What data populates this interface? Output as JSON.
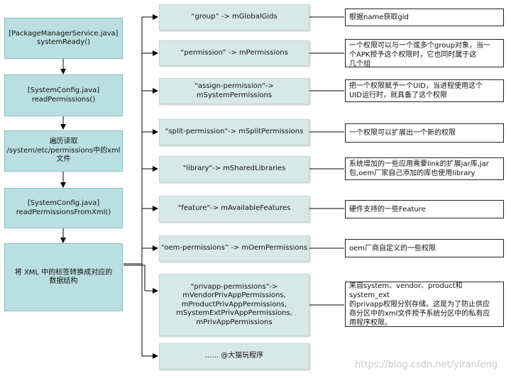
{
  "flow_steps": [
    "[PackageManagerService.java]\nsystemReady()",
    "[SystemConfig.java]\nreadPermissions()",
    "遍历读取\n/system/etc/permissions中的xml\n文件",
    "[SystemConfig.java]\nreadPermissionsFromXml()",
    "将 XML 中的标签转换成对应的\n数据结构"
  ],
  "mappings": [
    "“group” -> mGlobalGids",
    "“permission” -> mPermissions",
    "\"assign-permission\"->\nmSystemPermissions",
    "\"split-permission\"-> mSplitPermissions",
    "\"library\"-> mSharedLibraries",
    "\"feature\"-> mAvailableFeatures",
    "“oem-permissions” -> mOemPermissions",
    "\"privapp-permissions\"->\nmVendorPrivAppPermissions,\nmProductPrivAppPermissions,\nmSystemExtPrivAppPermissions,\nmPrivAppPermissions",
    "...... @大猫玩程序"
  ],
  "notes": [
    "根据name获取gid",
    "一个权限可以与一个或多个group对象，当一\n个APK授予这个权限时，它也同时属于这\n几个组",
    "把一个权限赋予一个UID，当进程使用这个\nUID运行时，就具备了这个权限",
    "一个权限可以扩展出一个新的权限",
    "系统增加的一些应用需要link的扩展jar库,jar\n包,oem厂家自己添加的库也使用library",
    "硬件支持的一些Feature",
    "oem厂商自定义的一些权限",
    "来自system、vendor、product和system_ext\n的privapp权限分别存储。这是为了防止供应\n商分区中的xml文件授予系统分区中的私有应\n用程序权限。"
  ],
  "watermark": "https://blog.csdn.net/yiranfeng"
}
